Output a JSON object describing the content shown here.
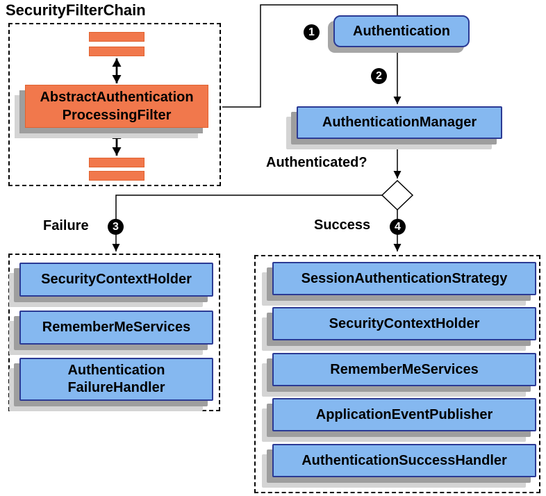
{
  "title": "SecurityFilterChain",
  "filter_chain": {
    "filter_box": "AbstractAuthentication\nProcessingFilter"
  },
  "flow": {
    "authentication": "Authentication",
    "authentication_manager": "AuthenticationManager",
    "authenticated_label": "Authenticated?",
    "failure_label": "Failure",
    "success_label": "Success",
    "steps": [
      "1",
      "2",
      "3",
      "4"
    ]
  },
  "failure_panel": {
    "items": [
      "SecurityContextHolder",
      "RememberMeServices",
      "Authentication\nFailureHandler"
    ]
  },
  "success_panel": {
    "items": [
      "SessionAuthenticationStrategy",
      "SecurityContextHolder",
      "RememberMeServices",
      "ApplicationEventPublisher",
      "AuthenticationSuccessHandler"
    ]
  },
  "colors": {
    "box_blue_fill": "#85b8f0",
    "box_blue_border": "#2b3a94",
    "box_orange_fill": "#f1784c",
    "box_orange_border": "#e0622f",
    "shadow_dark": "#9e9e9e",
    "shadow_light": "#d4d4d4",
    "line": "#000000",
    "badge_bg": "#000000",
    "badge_text": "#ffffff"
  }
}
